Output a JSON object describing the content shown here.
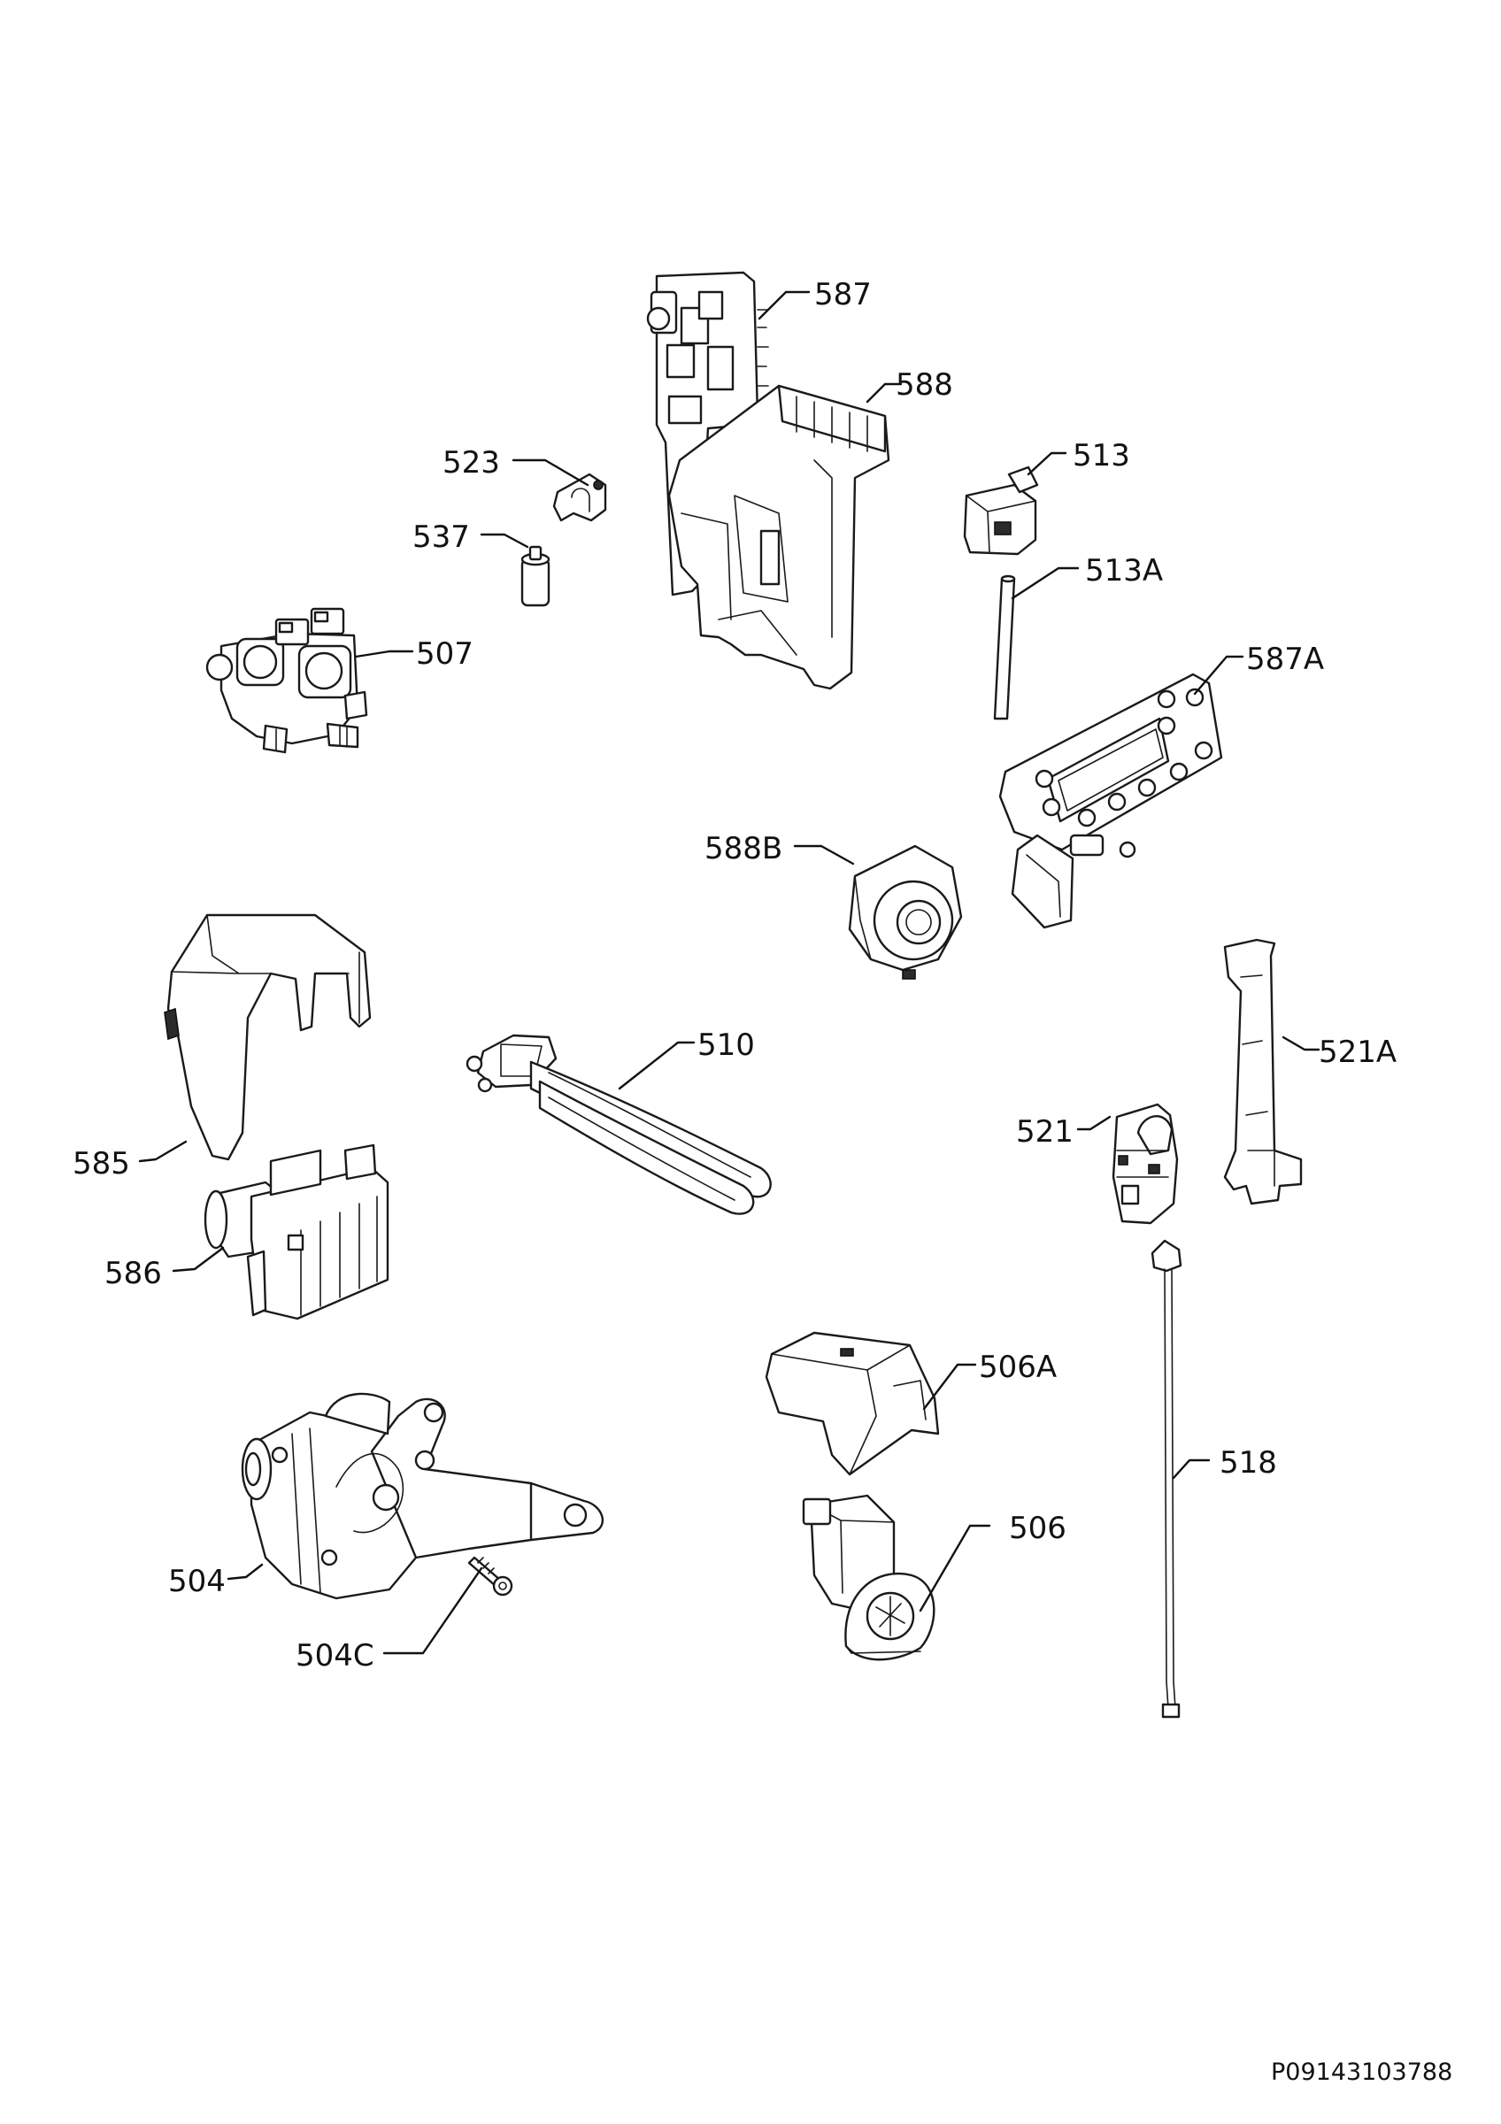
{
  "callouts": {
    "c504": "504",
    "c504C": "504C",
    "c506": "506",
    "c506A": "506A",
    "c507": "507",
    "c510": "510",
    "c513": "513",
    "c513A": "513A",
    "c518": "518",
    "c521": "521",
    "c521A": "521A",
    "c523": "523",
    "c537": "537",
    "c585": "585",
    "c586": "586",
    "c587": "587",
    "c587A": "587A",
    "c588": "588",
    "c588B": "588B"
  },
  "document_reference": "P09143103788"
}
